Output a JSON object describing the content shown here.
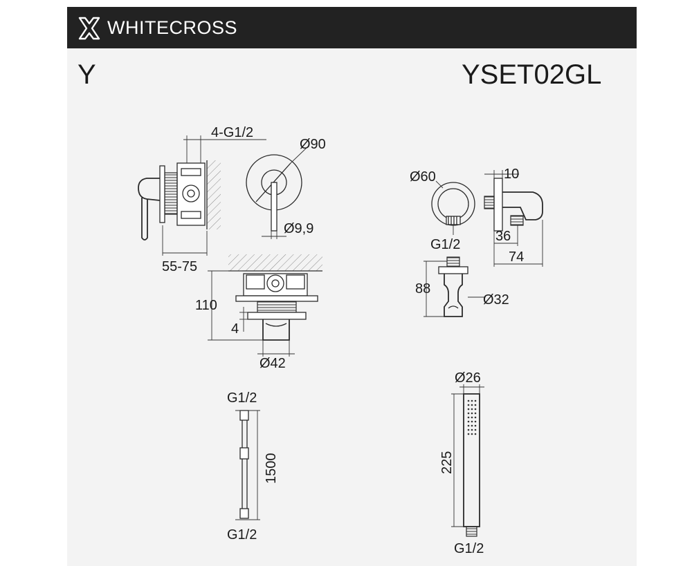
{
  "header": {
    "brand": "WHITECROSS",
    "logo_icon": "cross-outline-logo",
    "background_color": "#222222"
  },
  "titles": {
    "series": "Y",
    "model": "YSET02GL"
  },
  "mixer": {
    "inlet_thread": "4-G1/2",
    "plate_diameter": "Ø90",
    "lever_diameter": "Ø9,9",
    "wall_depth": "55-75",
    "body_height": "110",
    "plate_gap": "4",
    "spout_diameter": "Ø42"
  },
  "wall_outlet": {
    "flange_diameter": "Ø60",
    "thickness": "10",
    "thread": "G1/2",
    "outlet_offset": "36",
    "depth": "74",
    "holder_height": "88",
    "holder_diameter": "Ø32"
  },
  "hose": {
    "top_thread": "G1/2",
    "length": "1500",
    "bottom_thread": "G1/2"
  },
  "hand_shower": {
    "diameter": "Ø26",
    "length": "225",
    "thread": "G1/2"
  }
}
